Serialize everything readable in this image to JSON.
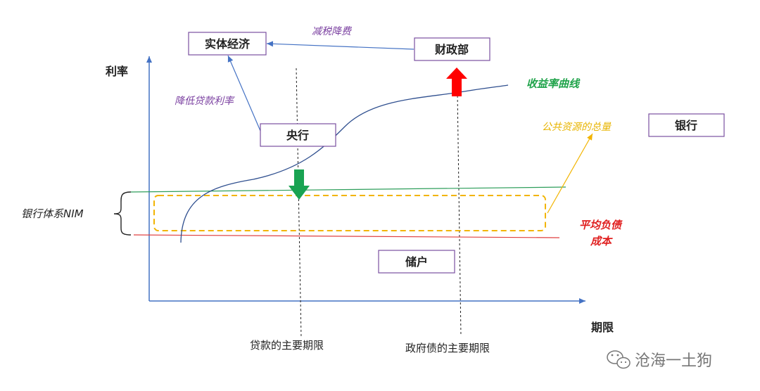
{
  "axes": {
    "y_label": "利率",
    "x_label": "期限"
  },
  "boxes": {
    "real_economy": "实体经济",
    "mof": "财政部",
    "central_bank": "央行",
    "bank": "银行",
    "depositors": "储户"
  },
  "annotations": {
    "tax_cut": "减税降费",
    "lower_loan_rate": "降低贷款利率",
    "yield_curve": "收益率曲线",
    "public_resources": "公共资源的总量",
    "avg_liability_cost_line1": "平均负债",
    "avg_liability_cost_line2": "成本",
    "bank_nim": "银行体系NIM",
    "loan_tenor": "贷款的主要期限",
    "govbond_tenor": "政府债的主要期限"
  },
  "watermark": {
    "text": "沧海一土狗",
    "icon": "wechat-icon"
  },
  "colors": {
    "axis": "#4472c4",
    "yield_curve": "#2f4f8f",
    "nim_top_line": "#2e9e5b",
    "liability_line": "#e04040",
    "public_resource_box": "#f2b400",
    "box_border": "#7a4fa0",
    "annotation_purple": "#7a3fa0",
    "yield_label": "#1fa34a",
    "public_label": "#e8b400",
    "liability_label": "#e02020",
    "arrow_red": "#ff0000",
    "arrow_green": "#19a352"
  }
}
